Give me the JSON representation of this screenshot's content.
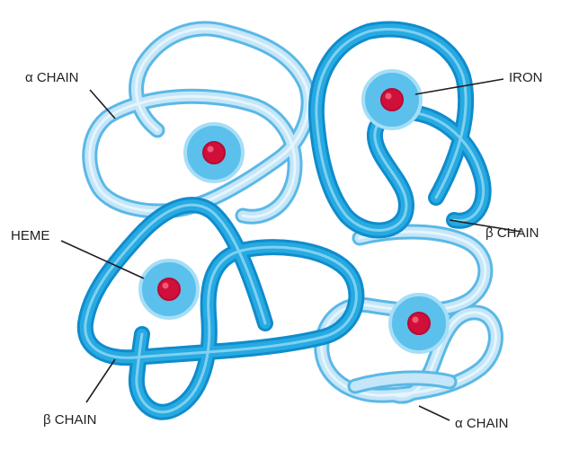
{
  "labels": {
    "alpha_chain_top": "α CHAIN",
    "iron": "IRON",
    "heme": "HEME",
    "beta_chain_right": "β CHAIN",
    "beta_chain_bottom": "β CHAIN",
    "alpha_chain_bottom": "α CHAIN"
  },
  "colors": {
    "alpha_chain": "#c4e6f8",
    "beta_chain": "#27aae1",
    "heme_disc": "#5bc0eb",
    "iron_atom": "#d0103a",
    "label_text": "#231f20"
  }
}
